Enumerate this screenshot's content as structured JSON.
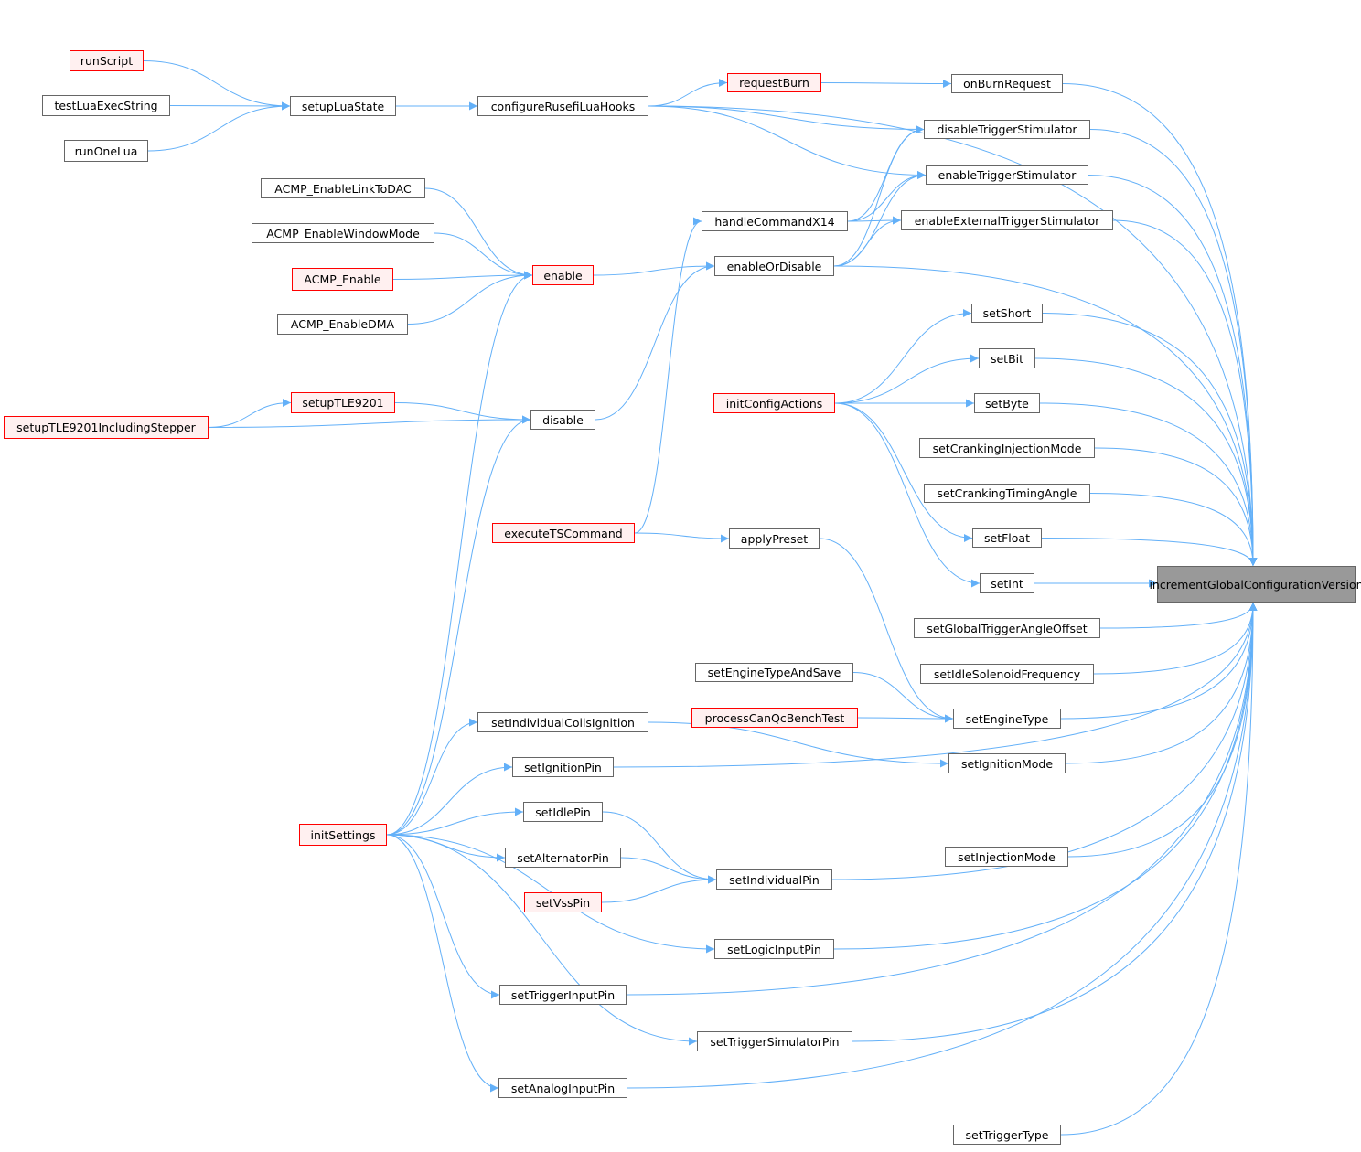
{
  "title": "Caller graph of incrementGlobalConfigurationVersion",
  "colors": {
    "edge": "#63b0f8",
    "red_border": "#ff0000",
    "red_fill": "#fff0f0",
    "target_fill": "#999999"
  },
  "nodes": [
    {
      "id": "target",
      "label": "incrementGlobalConfigurationVersion",
      "style": "target"
    },
    {
      "id": "onBurnRequest",
      "label": "onBurnRequest",
      "style": "normal"
    },
    {
      "id": "disableTriggerStimulator",
      "label": "disableTriggerStimulator",
      "style": "normal"
    },
    {
      "id": "enableTriggerStimulator",
      "label": "enableTriggerStimulator",
      "style": "normal"
    },
    {
      "id": "enableExternalTriggerStimulator",
      "label": "enableExternalTriggerStimulator",
      "style": "normal"
    },
    {
      "id": "setShort",
      "label": "setShort",
      "style": "normal"
    },
    {
      "id": "setBit",
      "label": "setBit",
      "style": "normal"
    },
    {
      "id": "setByte",
      "label": "setByte",
      "style": "normal"
    },
    {
      "id": "setCrankingInjectionMode",
      "label": "setCrankingInjectionMode",
      "style": "normal"
    },
    {
      "id": "setCrankingTimingAngle",
      "label": "setCrankingTimingAngle",
      "style": "normal"
    },
    {
      "id": "setFloat",
      "label": "setFloat",
      "style": "normal"
    },
    {
      "id": "setInt",
      "label": "setInt",
      "style": "normal"
    },
    {
      "id": "setGlobalTriggerAngleOffset",
      "label": "setGlobalTriggerAngleOffset",
      "style": "normal"
    },
    {
      "id": "setIdleSolenoidFrequency",
      "label": "setIdleSolenoidFrequency",
      "style": "normal"
    },
    {
      "id": "setEngineType",
      "label": "setEngineType",
      "style": "normal"
    },
    {
      "id": "setIgnitionMode",
      "label": "setIgnitionMode",
      "style": "normal"
    },
    {
      "id": "setInjectionMode",
      "label": "setInjectionMode",
      "style": "normal"
    },
    {
      "id": "setTriggerType",
      "label": "setTriggerType",
      "style": "normal"
    },
    {
      "id": "requestBurn",
      "label": "requestBurn",
      "style": "red"
    },
    {
      "id": "handleCommandX14",
      "label": "handleCommandX14",
      "style": "normal"
    },
    {
      "id": "enableOrDisable",
      "label": "enableOrDisable",
      "style": "normal"
    },
    {
      "id": "initConfigActions",
      "label": "initConfigActions",
      "style": "red"
    },
    {
      "id": "applyPreset",
      "label": "applyPreset",
      "style": "normal"
    },
    {
      "id": "setEngineTypeAndSave",
      "label": "setEngineTypeAndSave",
      "style": "normal"
    },
    {
      "id": "processCanQcBenchTest",
      "label": "processCanQcBenchTest",
      "style": "red"
    },
    {
      "id": "setIndividualPin",
      "label": "setIndividualPin",
      "style": "normal"
    },
    {
      "id": "setLogicInputPin",
      "label": "setLogicInputPin",
      "style": "normal"
    },
    {
      "id": "setTriggerSimulatorPin",
      "label": "setTriggerSimulatorPin",
      "style": "normal"
    },
    {
      "id": "configureRusefiLuaHooks",
      "label": "configureRusefiLuaHooks",
      "style": "normal"
    },
    {
      "id": "enable",
      "label": "enable",
      "style": "red"
    },
    {
      "id": "disable",
      "label": "disable",
      "style": "normal"
    },
    {
      "id": "executeTSCommand",
      "label": "executeTSCommand",
      "style": "red"
    },
    {
      "id": "setIndividualCoilsIgnition",
      "label": "setIndividualCoilsIgnition",
      "style": "normal"
    },
    {
      "id": "setIgnitionPin",
      "label": "setIgnitionPin",
      "style": "normal"
    },
    {
      "id": "setIdlePin",
      "label": "setIdlePin",
      "style": "normal"
    },
    {
      "id": "setAlternatorPin",
      "label": "setAlternatorPin",
      "style": "normal"
    },
    {
      "id": "setVssPin",
      "label": "setVssPin",
      "style": "red"
    },
    {
      "id": "setTriggerInputPin",
      "label": "setTriggerInputPin",
      "style": "normal"
    },
    {
      "id": "setAnalogInputPin",
      "label": "setAnalogInputPin",
      "style": "normal"
    },
    {
      "id": "setupLuaState",
      "label": "setupLuaState",
      "style": "normal"
    },
    {
      "id": "ACMP_EnableLinkToDAC",
      "label": "ACMP_EnableLinkToDAC",
      "style": "normal"
    },
    {
      "id": "ACMP_EnableWindowMode",
      "label": "ACMP_EnableWindowMode",
      "style": "normal"
    },
    {
      "id": "ACMP_Enable",
      "label": "ACMP_Enable",
      "style": "red"
    },
    {
      "id": "ACMP_EnableDMA",
      "label": "ACMP_EnableDMA",
      "style": "normal"
    },
    {
      "id": "setupTLE9201",
      "label": "setupTLE9201",
      "style": "red"
    },
    {
      "id": "initSettings",
      "label": "initSettings",
      "style": "red"
    },
    {
      "id": "runScript",
      "label": "runScript",
      "style": "red"
    },
    {
      "id": "testLuaExecString",
      "label": "testLuaExecString",
      "style": "normal"
    },
    {
      "id": "runOneLua",
      "label": "runOneLua",
      "style": "normal"
    },
    {
      "id": "setupTLE9201IncludingStepper",
      "label": "setupTLE9201IncludingStepper",
      "style": "red"
    }
  ],
  "edges": [
    [
      "runScript",
      "setupLuaState"
    ],
    [
      "testLuaExecString",
      "setupLuaState"
    ],
    [
      "runOneLua",
      "setupLuaState"
    ],
    [
      "setupLuaState",
      "configureRusefiLuaHooks"
    ],
    [
      "configureRusefiLuaHooks",
      "requestBurn"
    ],
    [
      "configureRusefiLuaHooks",
      "disableTriggerStimulator"
    ],
    [
      "configureRusefiLuaHooks",
      "enableTriggerStimulator"
    ],
    [
      "configureRusefiLuaHooks",
      "target"
    ],
    [
      "requestBurn",
      "onBurnRequest"
    ],
    [
      "ACMP_EnableLinkToDAC",
      "enable"
    ],
    [
      "ACMP_EnableWindowMode",
      "enable"
    ],
    [
      "ACMP_Enable",
      "enable"
    ],
    [
      "ACMP_EnableDMA",
      "enable"
    ],
    [
      "enable",
      "enableOrDisable"
    ],
    [
      "initSettings",
      "enable"
    ],
    [
      "setupTLE9201",
      "disable"
    ],
    [
      "setupTLE9201IncludingStepper",
      "setupTLE9201"
    ],
    [
      "setupTLE9201IncludingStepper",
      "disable"
    ],
    [
      "disable",
      "enableOrDisable"
    ],
    [
      "initSettings",
      "disable"
    ],
    [
      "executeTSCommand",
      "handleCommandX14"
    ],
    [
      "executeTSCommand",
      "applyPreset"
    ],
    [
      "handleCommandX14",
      "disableTriggerStimulator"
    ],
    [
      "handleCommandX14",
      "enableTriggerStimulator"
    ],
    [
      "handleCommandX14",
      "enableExternalTriggerStimulator"
    ],
    [
      "enableOrDisable",
      "disableTriggerStimulator"
    ],
    [
      "enableOrDisable",
      "enableTriggerStimulator"
    ],
    [
      "enableOrDisable",
      "enableExternalTriggerStimulator"
    ],
    [
      "enableOrDisable",
      "target"
    ],
    [
      "initConfigActions",
      "setShort"
    ],
    [
      "initConfigActions",
      "setBit"
    ],
    [
      "initConfigActions",
      "setByte"
    ],
    [
      "initConfigActions",
      "setFloat"
    ],
    [
      "initConfigActions",
      "setInt"
    ],
    [
      "applyPreset",
      "setEngineType"
    ],
    [
      "setEngineTypeAndSave",
      "setEngineType"
    ],
    [
      "processCanQcBenchTest",
      "setEngineType"
    ],
    [
      "setIndividualCoilsIgnition",
      "setIgnitionMode"
    ],
    [
      "initSettings",
      "setIndividualCoilsIgnition"
    ],
    [
      "initSettings",
      "setIgnitionPin"
    ],
    [
      "initSettings",
      "setIdlePin"
    ],
    [
      "initSettings",
      "setAlternatorPin"
    ],
    [
      "initSettings",
      "setLogicInputPin"
    ],
    [
      "initSettings",
      "setTriggerInputPin"
    ],
    [
      "initSettings",
      "setTriggerSimulatorPin"
    ],
    [
      "initSettings",
      "setAnalogInputPin"
    ],
    [
      "setIdlePin",
      "setIndividualPin"
    ],
    [
      "setAlternatorPin",
      "setIndividualPin"
    ],
    [
      "setVssPin",
      "setIndividualPin"
    ],
    [
      "setIgnitionPin",
      "target"
    ],
    [
      "setIndividualPin",
      "target"
    ],
    [
      "setLogicInputPin",
      "target"
    ],
    [
      "setTriggerInputPin",
      "target"
    ],
    [
      "setTriggerSimulatorPin",
      "target"
    ],
    [
      "setAnalogInputPin",
      "target"
    ],
    [
      "onBurnRequest",
      "target"
    ],
    [
      "disableTriggerStimulator",
      "target"
    ],
    [
      "enableTriggerStimulator",
      "target"
    ],
    [
      "enableExternalTriggerStimulator",
      "target"
    ],
    [
      "setShort",
      "target"
    ],
    [
      "setBit",
      "target"
    ],
    [
      "setByte",
      "target"
    ],
    [
      "setCrankingInjectionMode",
      "target"
    ],
    [
      "setCrankingTimingAngle",
      "target"
    ],
    [
      "setFloat",
      "target"
    ],
    [
      "setInt",
      "target"
    ],
    [
      "setGlobalTriggerAngleOffset",
      "target"
    ],
    [
      "setIdleSolenoidFrequency",
      "target"
    ],
    [
      "setEngineType",
      "target"
    ],
    [
      "setIgnitionMode",
      "target"
    ],
    [
      "setInjectionMode",
      "target"
    ],
    [
      "setTriggerType",
      "target"
    ]
  ]
}
